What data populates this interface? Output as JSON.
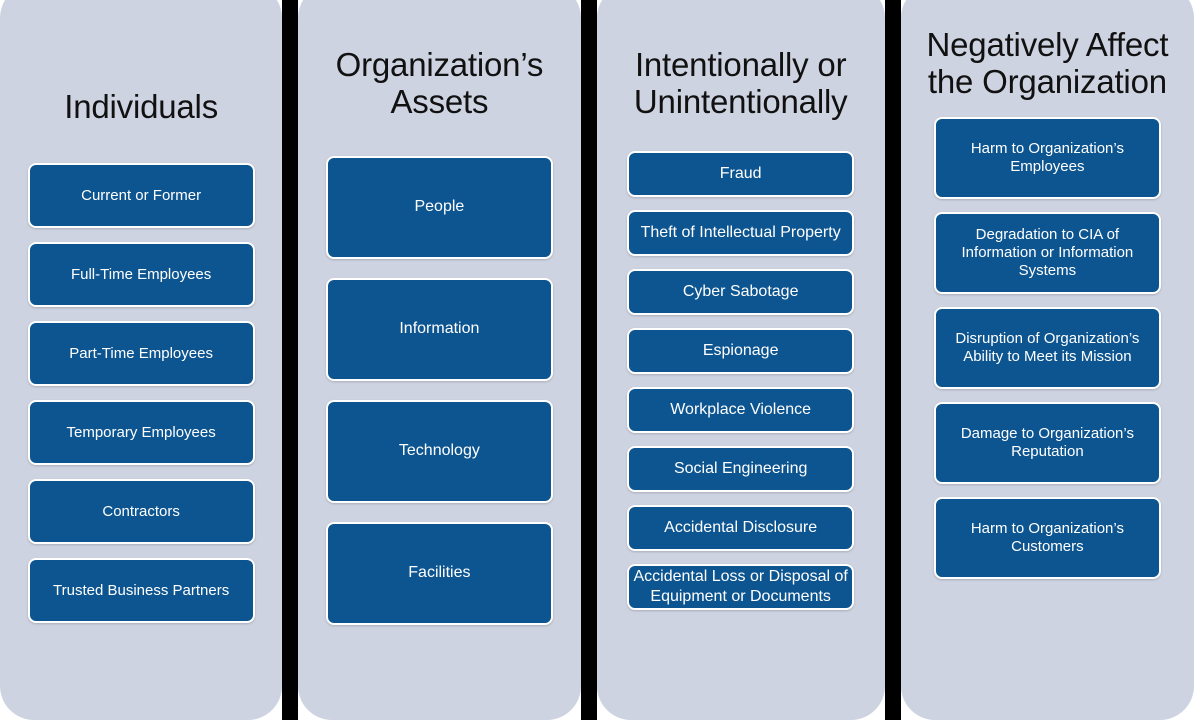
{
  "diagram": {
    "type": "four-column-category-diagram",
    "colors": {
      "panel_background": "#ced3e1",
      "box_fill": "#0d5590",
      "box_border": "#ffffff",
      "box_text": "#ffffff",
      "title_text": "#111111",
      "divider": "#000000",
      "page_background": "#ffffff"
    },
    "columns": [
      {
        "title": "Individuals",
        "items": [
          "Current or Former",
          "Full-Time Employees",
          "Part-Time Employees",
          "Temporary Employees",
          "Contractors",
          "Trusted Business Partners"
        ]
      },
      {
        "title": "Organization’s Assets",
        "items": [
          "People",
          "Information",
          "Technology",
          "Facilities"
        ]
      },
      {
        "title": "Intentionally or Unintentionally",
        "items": [
          "Fraud",
          "Theft of Intellectual Property",
          "Cyber Sabotage",
          "Espionage",
          "Workplace Violence",
          "Social Engineering",
          "Accidental Disclosure",
          "Accidental  Loss or Disposal of Equipment or Documents"
        ]
      },
      {
        "title": "Negatively Affect the Organization",
        "items": [
          "Harm to Organization’s Employees",
          "Degradation to CIA of Information or Information Systems",
          "Disruption of Organization’s Ability to Meet its Mission",
          "Damage to Organization’s Reputation",
          "Harm to Organization’s Customers"
        ]
      }
    ]
  }
}
